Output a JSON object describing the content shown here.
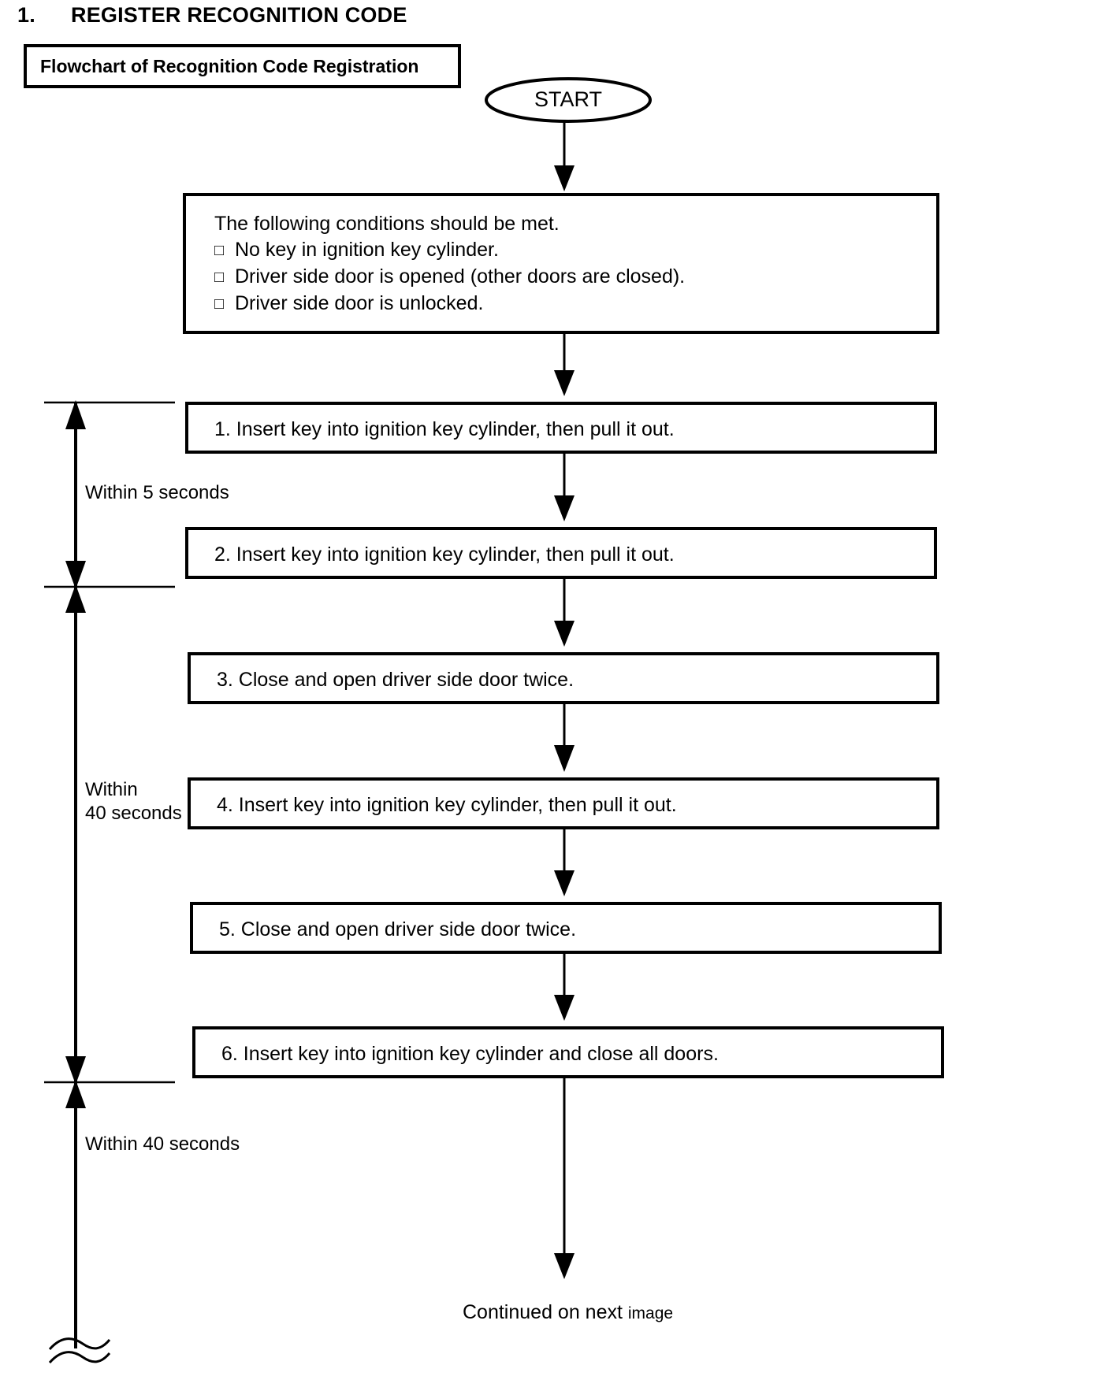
{
  "document": {
    "section_number": "1.",
    "section_title": "REGISTER RECOGNITION CODE",
    "subtitle": "Flowchart of Recognition Code Registration"
  },
  "flowchart": {
    "start_node": "START",
    "conditions_box": {
      "heading": "The following conditions should be met.",
      "items": [
        "No key in ignition key cylinder.",
        "Driver side door is opened (other doors are closed).",
        "Driver side door is unlocked."
      ],
      "checkbox_glyph": "□"
    },
    "steps": [
      {
        "number": "1.",
        "text": "1. Insert key into ignition key cylinder, then pull it out."
      },
      {
        "number": "2.",
        "text": "2. Insert key into ignition key cylinder, then pull it out."
      },
      {
        "number": "3.",
        "text": "3. Close and open driver side door twice."
      },
      {
        "number": "4.",
        "text": "4. Insert key into ignition key cylinder, then pull it out."
      },
      {
        "number": "5.",
        "text": "5. Close and open driver side door twice."
      },
      {
        "number": "6.",
        "text": "6. Insert key into ignition key cylinder and close all doors."
      }
    ],
    "time_constraints": [
      {
        "label": "Within 5 seconds"
      },
      {
        "label_line1": "Within",
        "label_line2": "40 seconds"
      },
      {
        "label": "Within 40 seconds"
      }
    ],
    "continuation": {
      "text_main": "Continued on next",
      "text_small": "image"
    }
  },
  "colors": {
    "ink": "#000000",
    "paper": "#ffffff"
  }
}
